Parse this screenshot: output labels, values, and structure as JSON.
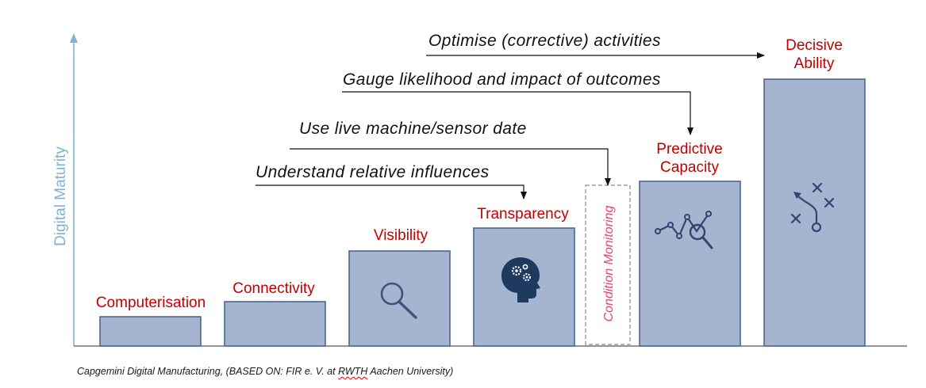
{
  "axis": {
    "y_label": "Digital Maturity",
    "y_label_color": "#7fb3d5"
  },
  "stages": [
    {
      "name": "Computerisation",
      "icon": ""
    },
    {
      "name": "Connectivity",
      "icon": ""
    },
    {
      "name": "Visibility",
      "icon": "magnifier-icon"
    },
    {
      "name": "Transparency",
      "icon": "head-gears-icon"
    },
    {
      "name": "Predictive Capacity",
      "name_line1": "Predictive",
      "name_line2": "Capacity",
      "icon": "chart-magnifier-icon"
    },
    {
      "name": "Decisive Ability",
      "name_line1": "Decisive",
      "name_line2": "Ability",
      "icon": "strategy-play-icon"
    }
  ],
  "condition_monitoring": {
    "label": "Condition Monitoring",
    "color": "#e8466a"
  },
  "arrows": [
    {
      "label": "Understand relative influences",
      "target": "Transparency"
    },
    {
      "label": "Use live machine/sensor date",
      "target": "Condition Monitoring"
    },
    {
      "label": "Gauge likelihood and impact of outcomes",
      "target": "Predictive Capacity"
    },
    {
      "label": "Optimise (corrective) activities",
      "target": "Decisive Ability"
    }
  ],
  "colors": {
    "bar_fill": "#a5b4cf",
    "bar_stroke": "#4d6591",
    "stage_label": "#c00000"
  },
  "source": {
    "prefix": "Capgemini Digital Manufacturing, (BASED ON: FIR e. V. at ",
    "underlined": "RWTH",
    "suffix": " Aachen University)"
  }
}
